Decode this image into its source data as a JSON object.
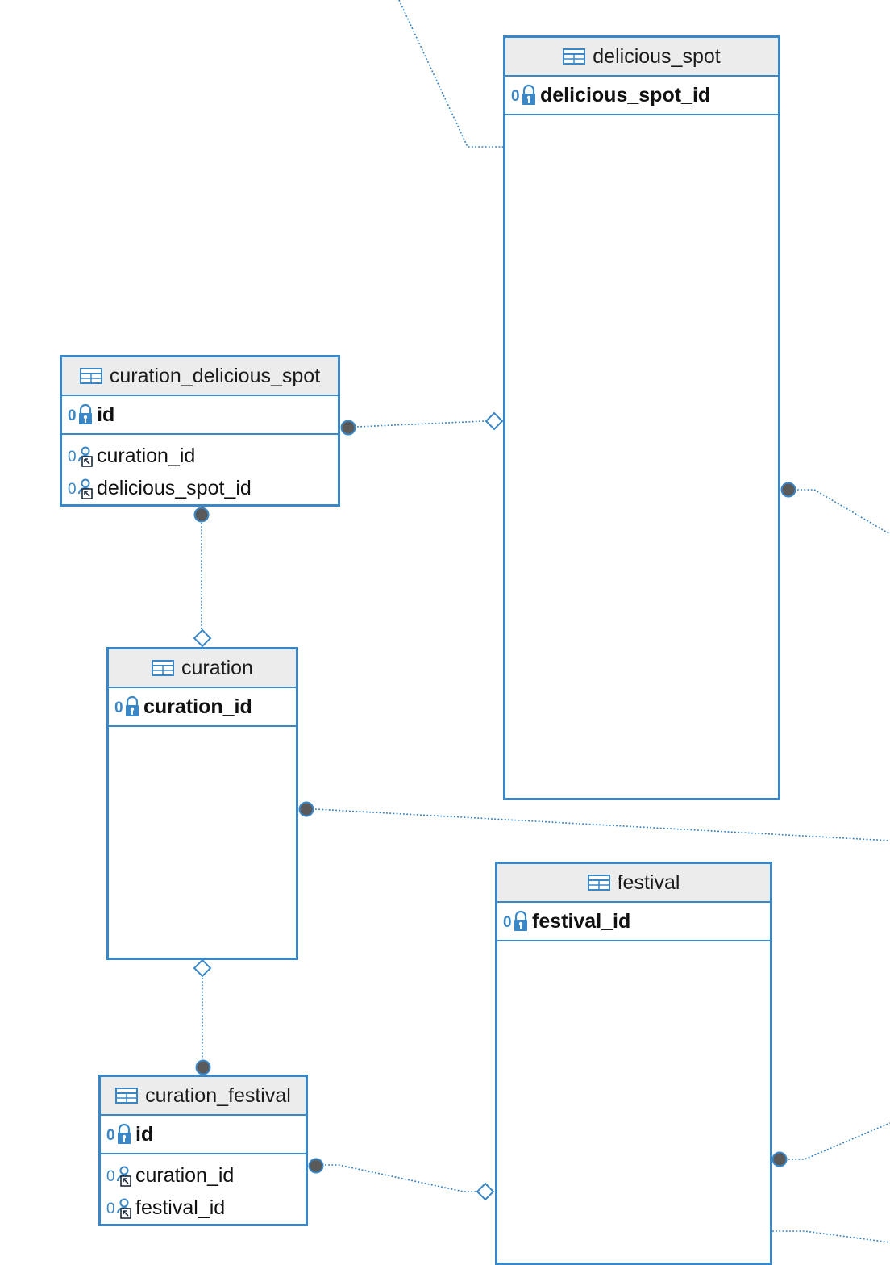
{
  "entities": {
    "delicious_spot": {
      "name": "delicious_spot",
      "pk": "delicious_spot_id",
      "fks": []
    },
    "curation_delicious_spot": {
      "name": "curation_delicious_spot",
      "pk": "id",
      "fks": [
        "curation_id",
        "delicious_spot_id"
      ]
    },
    "curation": {
      "name": "curation",
      "pk": "curation_id",
      "fks": []
    },
    "festival": {
      "name": "festival",
      "pk": "festival_id",
      "fks": []
    },
    "curation_festival": {
      "name": "curation_festival",
      "pk": "id",
      "fks": [
        "curation_id",
        "festival_id"
      ]
    }
  },
  "relationships": [
    {
      "from": "curation_delicious_spot",
      "to": "delicious_spot",
      "from_end": "filled-circle",
      "to_end": "hollow-diamond"
    },
    {
      "from": "curation_delicious_spot",
      "to": "curation",
      "from_end": "filled-circle",
      "to_end": "hollow-diamond"
    },
    {
      "from": "curation_festival",
      "to": "curation",
      "from_end": "filled-circle",
      "to_end": "hollow-diamond"
    },
    {
      "from": "curation_festival",
      "to": "festival",
      "from_end": "filled-circle",
      "to_end": "hollow-diamond"
    }
  ],
  "colors": {
    "border": "#3a87c8",
    "header_bg": "#ececec",
    "connector": "#2f7fc0",
    "endpoint_fill": "#5a5a5a"
  },
  "icons": {
    "table": "table-grid-icon",
    "primary_key": "primary-key-lock-icon",
    "foreign_key": "foreign-key-icon"
  }
}
